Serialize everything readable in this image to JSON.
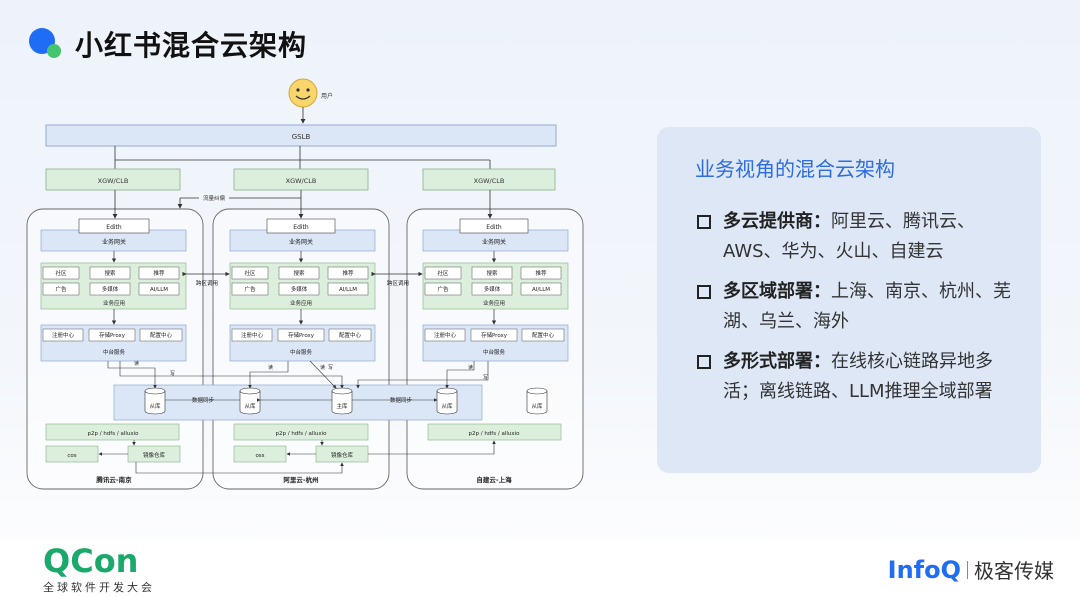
{
  "header": {
    "title": "小红书混合云架构"
  },
  "diagram": {
    "user_label": "用户",
    "gslb": "GSLB",
    "xgw": "XGW/CLB",
    "traffic_label": "流量纠偏",
    "cross_region": "跨区调用",
    "edith": "Edith",
    "gateway": "业务网关",
    "apps": [
      "社区",
      "搜索",
      "推荐",
      "广告",
      "多媒体",
      "AI/LLM"
    ],
    "app_label": "业务应用",
    "middle": [
      "注册中心",
      "存储Proxy",
      "配置中心"
    ],
    "middle_label": "中台服务",
    "read": "读",
    "write": "写",
    "sync": "数据同步",
    "slave": "从库",
    "master": "主库",
    "p2p": "p2p / hdfs / alluxio",
    "cos": "cos",
    "oss": "oss",
    "mirror": "镜像仓库",
    "clouds": [
      "腾讯云-南京",
      "阿里云-杭州",
      "自建云-上海"
    ]
  },
  "panel": {
    "title": "业务视角的混合云架构",
    "items": [
      {
        "label": "多云提供商：",
        "text": "阿里云、腾讯云、AWS、华为、火山、自建云"
      },
      {
        "label": "多区域部署：",
        "text": "上海、南京、杭州、芜湖、乌兰、海外"
      },
      {
        "label": "多形式部署：",
        "text": "在线核心链路异地多活；离线链路、LLM推理全域部署"
      }
    ]
  },
  "footer": {
    "qcon": "QCon",
    "qcon_sub": "全球软件开发大会",
    "infoq": "InfoQ",
    "infoq_cn": "极客传媒"
  }
}
